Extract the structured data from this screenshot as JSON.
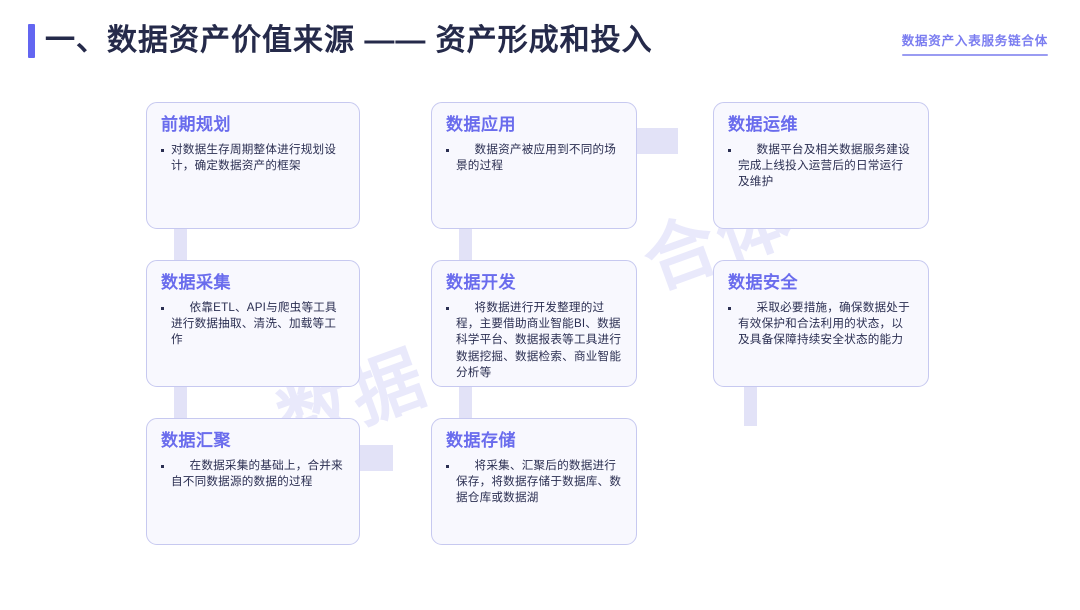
{
  "header": {
    "title": "一、数据资产价值来源 —— 资产形成和投入",
    "brand_tag": "数据资产入表服务链合体",
    "accent_color": "#6366f1",
    "brand_color": "#7b7df0",
    "title_color": "#252a4a"
  },
  "watermark": {
    "text_1": "数据",
    "text_2": "合体",
    "color": "#e9e9fb"
  },
  "diagram": {
    "card_title_color": "#6a6ced",
    "card_border_color": "#c7c9f0",
    "card_fill_color": "#f8f8fe",
    "connector_color": "#e2e2f7",
    "cards": [
      {
        "id": "pre-planning",
        "title": "前期规划",
        "text": "对数据生存周期整体进行规划设计，确定数据资产的框架"
      },
      {
        "id": "data-application",
        "title": "数据应用",
        "text": "数据资产被应用到不同的场景的过程"
      },
      {
        "id": "data-operations",
        "title": "数据运维",
        "text": "数据平台及相关数据服务建设完成上线投入运营后的日常运行及维护"
      },
      {
        "id": "data-collection",
        "title": "数据采集",
        "text": "依靠ETL、API与爬虫等工具进行数据抽取、清洗、加载等工作"
      },
      {
        "id": "data-development",
        "title": "数据开发",
        "text": "将数据进行开发整理的过程，主要借助商业智能BI、数据科学平台、数据报表等工具进行数据挖掘、数据检索、商业智能分析等"
      },
      {
        "id": "data-security",
        "title": "数据安全",
        "text": "采取必要措施，确保数据处于有效保护和合法利用的状态，以及具备保障持续安全状态的能力"
      },
      {
        "id": "data-aggregation",
        "title": "数据汇聚",
        "text": "在数据采集的基础上，合并来自不同数据源的数据的过程"
      },
      {
        "id": "data-storage",
        "title": "数据存储",
        "text": "将采集、汇聚后的数据进行保存，将数据存储于数据库、数据仓库或数据湖"
      }
    ]
  }
}
